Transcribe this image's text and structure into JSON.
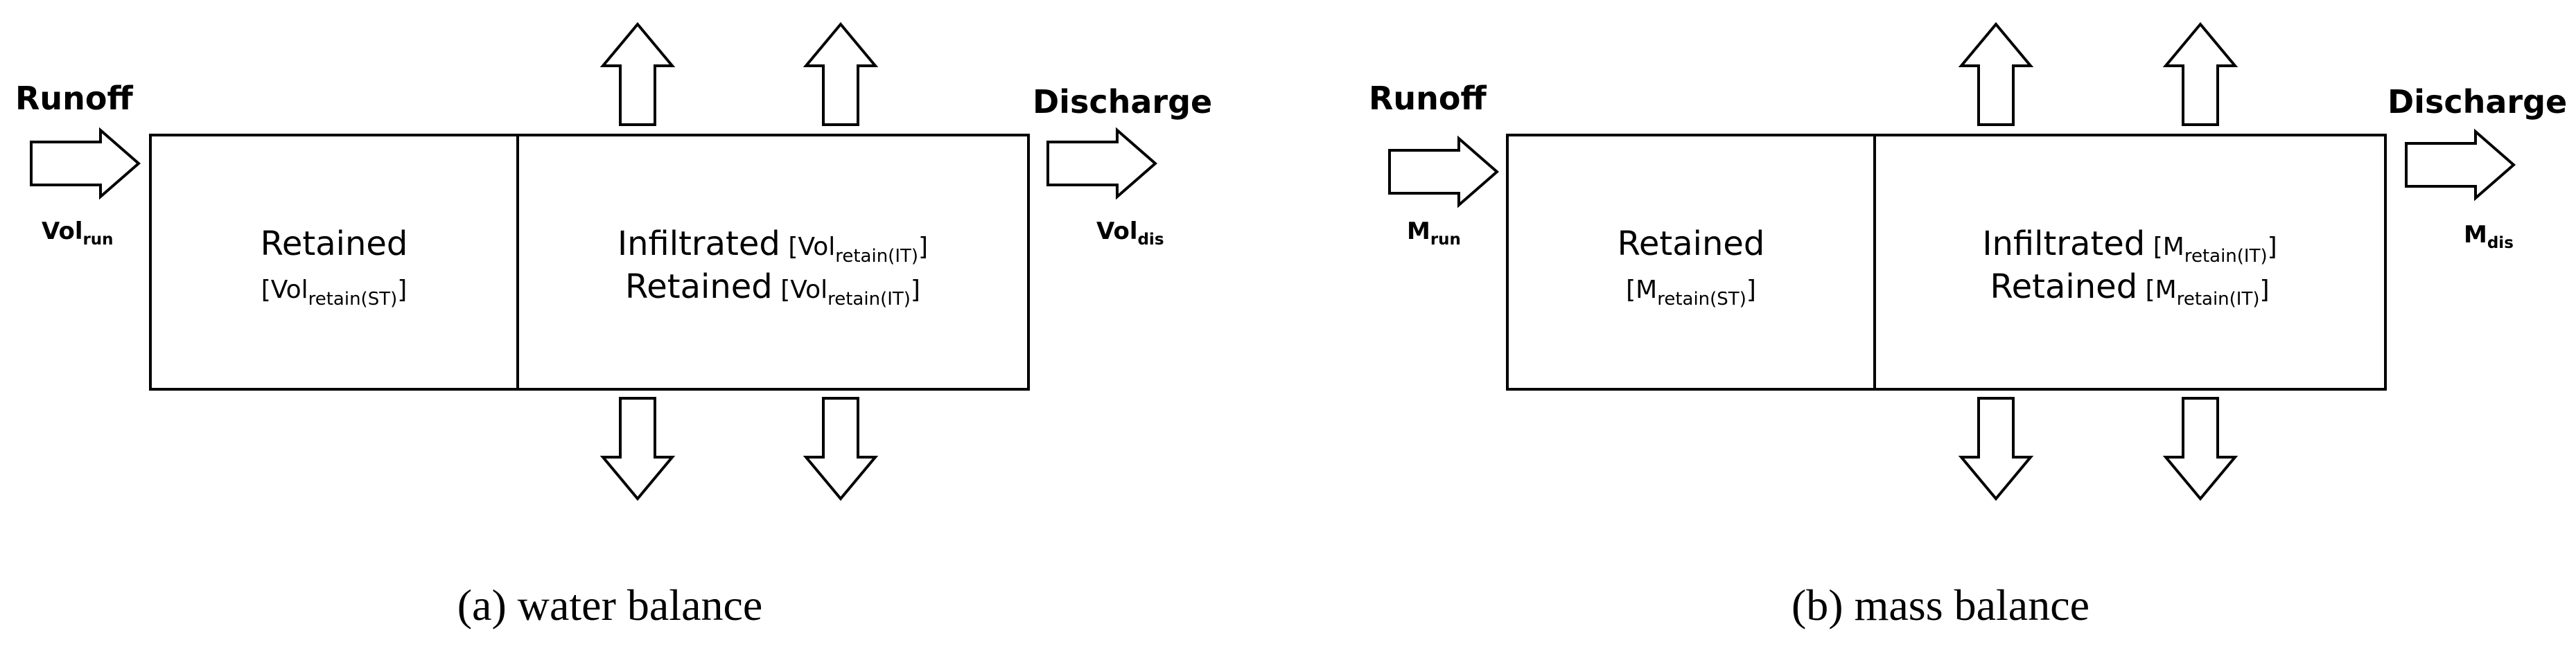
{
  "panels": {
    "a": {
      "inflow_label": "Runoff",
      "inflow_var": "Vol",
      "inflow_sub": "run",
      "outflow_label": "Discharge",
      "outflow_var": "Vol",
      "outflow_sub": "dis",
      "left_box_title": "Retained",
      "left_box_var": "Vol",
      "left_box_sub": "retain(ST)",
      "right_line1_word": "Infiltrated",
      "right_line1_var": "Vol",
      "right_line1_sub": "retain(IT)",
      "right_line2_word": "Retained",
      "right_line2_var": "Vol",
      "right_line2_sub": "retain(IT)",
      "caption": "(a) water balance"
    },
    "b": {
      "inflow_label": "Runoff",
      "inflow_var": "M",
      "inflow_sub": "run",
      "outflow_label": "Discharge",
      "outflow_var": "M",
      "outflow_sub": "dis",
      "left_box_title": "Retained",
      "left_box_var": "M",
      "left_box_sub": "retain(ST)",
      "right_line1_word": "Infiltrated",
      "right_line1_var": "M",
      "right_line1_sub": "retain(IT)",
      "right_line2_word": "Retained",
      "right_line2_var": "M",
      "right_line2_sub": "retain(IT)",
      "caption": "(b) mass balance"
    }
  },
  "brackets": {
    "open": "[",
    "close": "]"
  }
}
